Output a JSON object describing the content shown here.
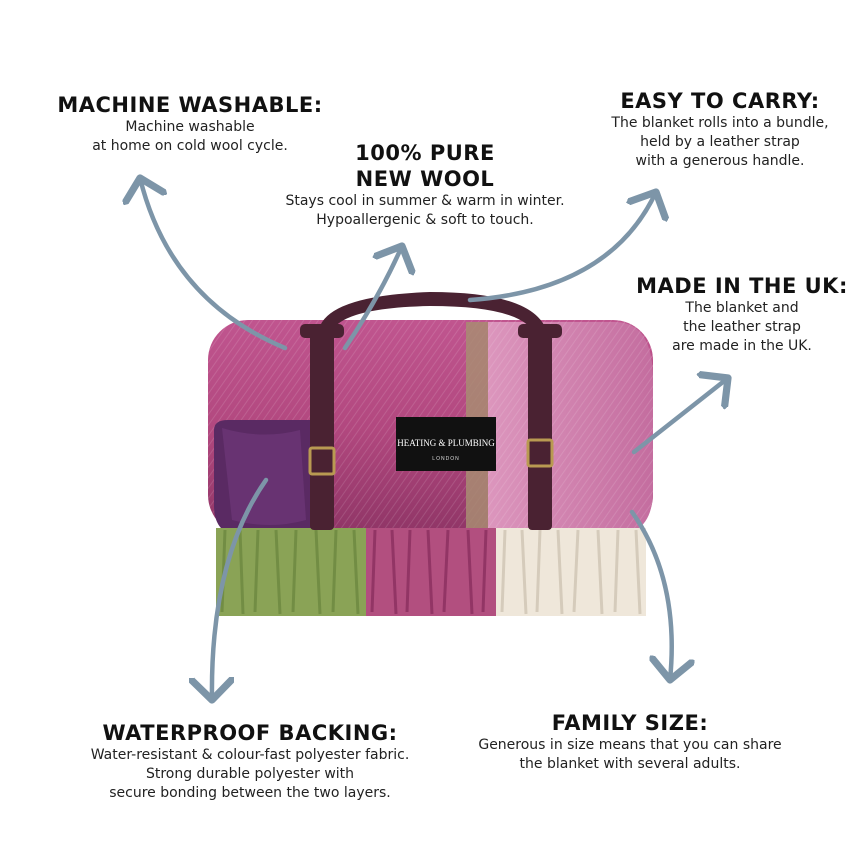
{
  "features": {
    "washable": {
      "heading": "MACHINE WASHABLE:",
      "line1": "Machine washable",
      "line2": "at home on cold wool cycle."
    },
    "wool": {
      "heading1": "100% PURE",
      "heading2": "NEW WOOL",
      "line1": "Stays cool in summer & warm in winter.",
      "line2": "Hypoallergenic & soft to touch."
    },
    "carry": {
      "heading": "EASY TO CARRY:",
      "line1": "The blanket rolls into a bundle,",
      "line2": "held by a leather strap",
      "line3": "with a generous handle."
    },
    "uk": {
      "heading": "MADE IN THE UK:",
      "line1": "The blanket and",
      "line2": "the leather strap",
      "line3": "are made in the UK."
    },
    "waterproof": {
      "heading": "WATERPROOF BACKING:",
      "line1": "Water-resistant & colour-fast polyester fabric.",
      "line2": "Strong durable polyester with",
      "line3": "secure bonding between the two layers."
    },
    "family": {
      "heading": "FAMILY SIZE:",
      "line1": "Generous in size means that you can share",
      "line2": "the blanket with several adults."
    }
  },
  "product": {
    "label_brand": "HEATING & PLUMBING",
    "label_sub": "LONDON"
  },
  "colors": {
    "arrow": "#7d95a8",
    "blanket_pink": "#b2487f",
    "blanket_light": "#d98ab3",
    "lining_purple": "#5a2a63",
    "fringe_green": "#8aa356",
    "fringe_cream": "#efe7da",
    "leather": "#4a2232",
    "label_bg": "#111111"
  }
}
